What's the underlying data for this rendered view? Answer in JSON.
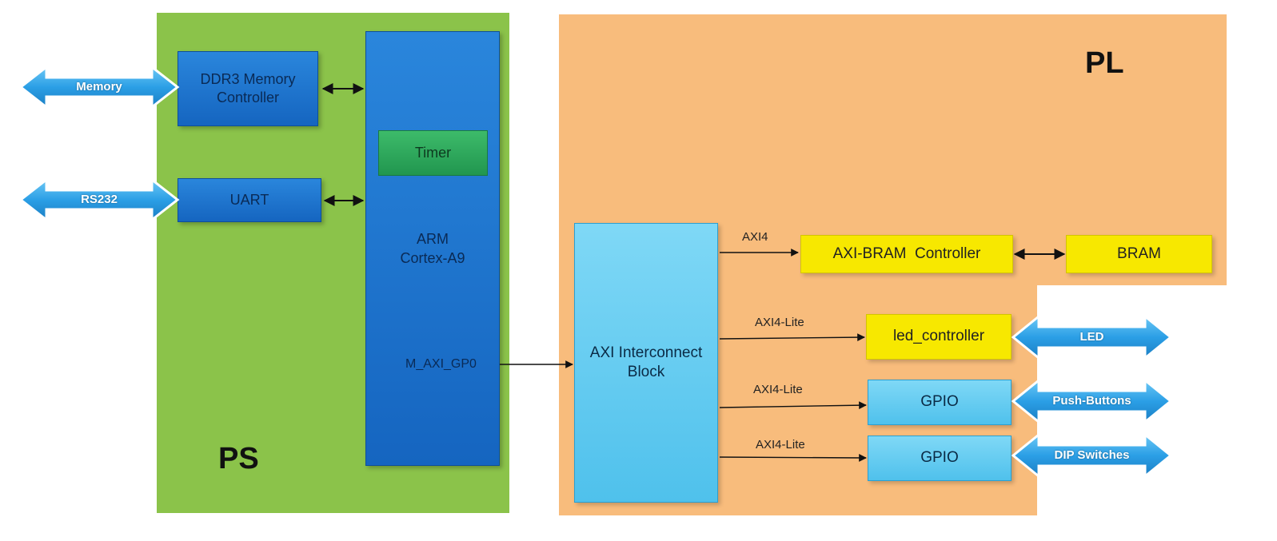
{
  "regions": {
    "ps": "PS",
    "pl": "PL"
  },
  "blocks": {
    "ddr3": "DDR3 Memory Controller",
    "uart": "UART",
    "timer": "Timer",
    "cpu_line1": "ARM",
    "cpu_line2": "Cortex-A9",
    "cpu_port": "M_AXI_GP0",
    "axi_interconnect": "AXI Interconnect Block",
    "axi_bram": "AXI-BRAM  Controller",
    "bram": "BRAM",
    "led_controller": "led_controller",
    "gpio_1": "GPIO",
    "gpio_2": "GPIO"
  },
  "bus_labels": {
    "to_bram": "AXI4",
    "to_led": "AXI4-Lite",
    "to_gpio_1": "AXI4-Lite",
    "to_gpio_2": "AXI4-Lite"
  },
  "external_io": {
    "memory": "Memory",
    "rs232": "RS232",
    "led": "LED",
    "push_buttons": "Push-Buttons",
    "dip_switches": "DIP Switches"
  },
  "colors": {
    "ps": "#8bc34a",
    "pl": "#f8bc7c",
    "ps_block": "#1e74d0",
    "timer": "#2fa85a",
    "interconnect": "#6dcff3",
    "yellow_block": "#f7e800",
    "io_arrow": "#2b9fe6"
  }
}
